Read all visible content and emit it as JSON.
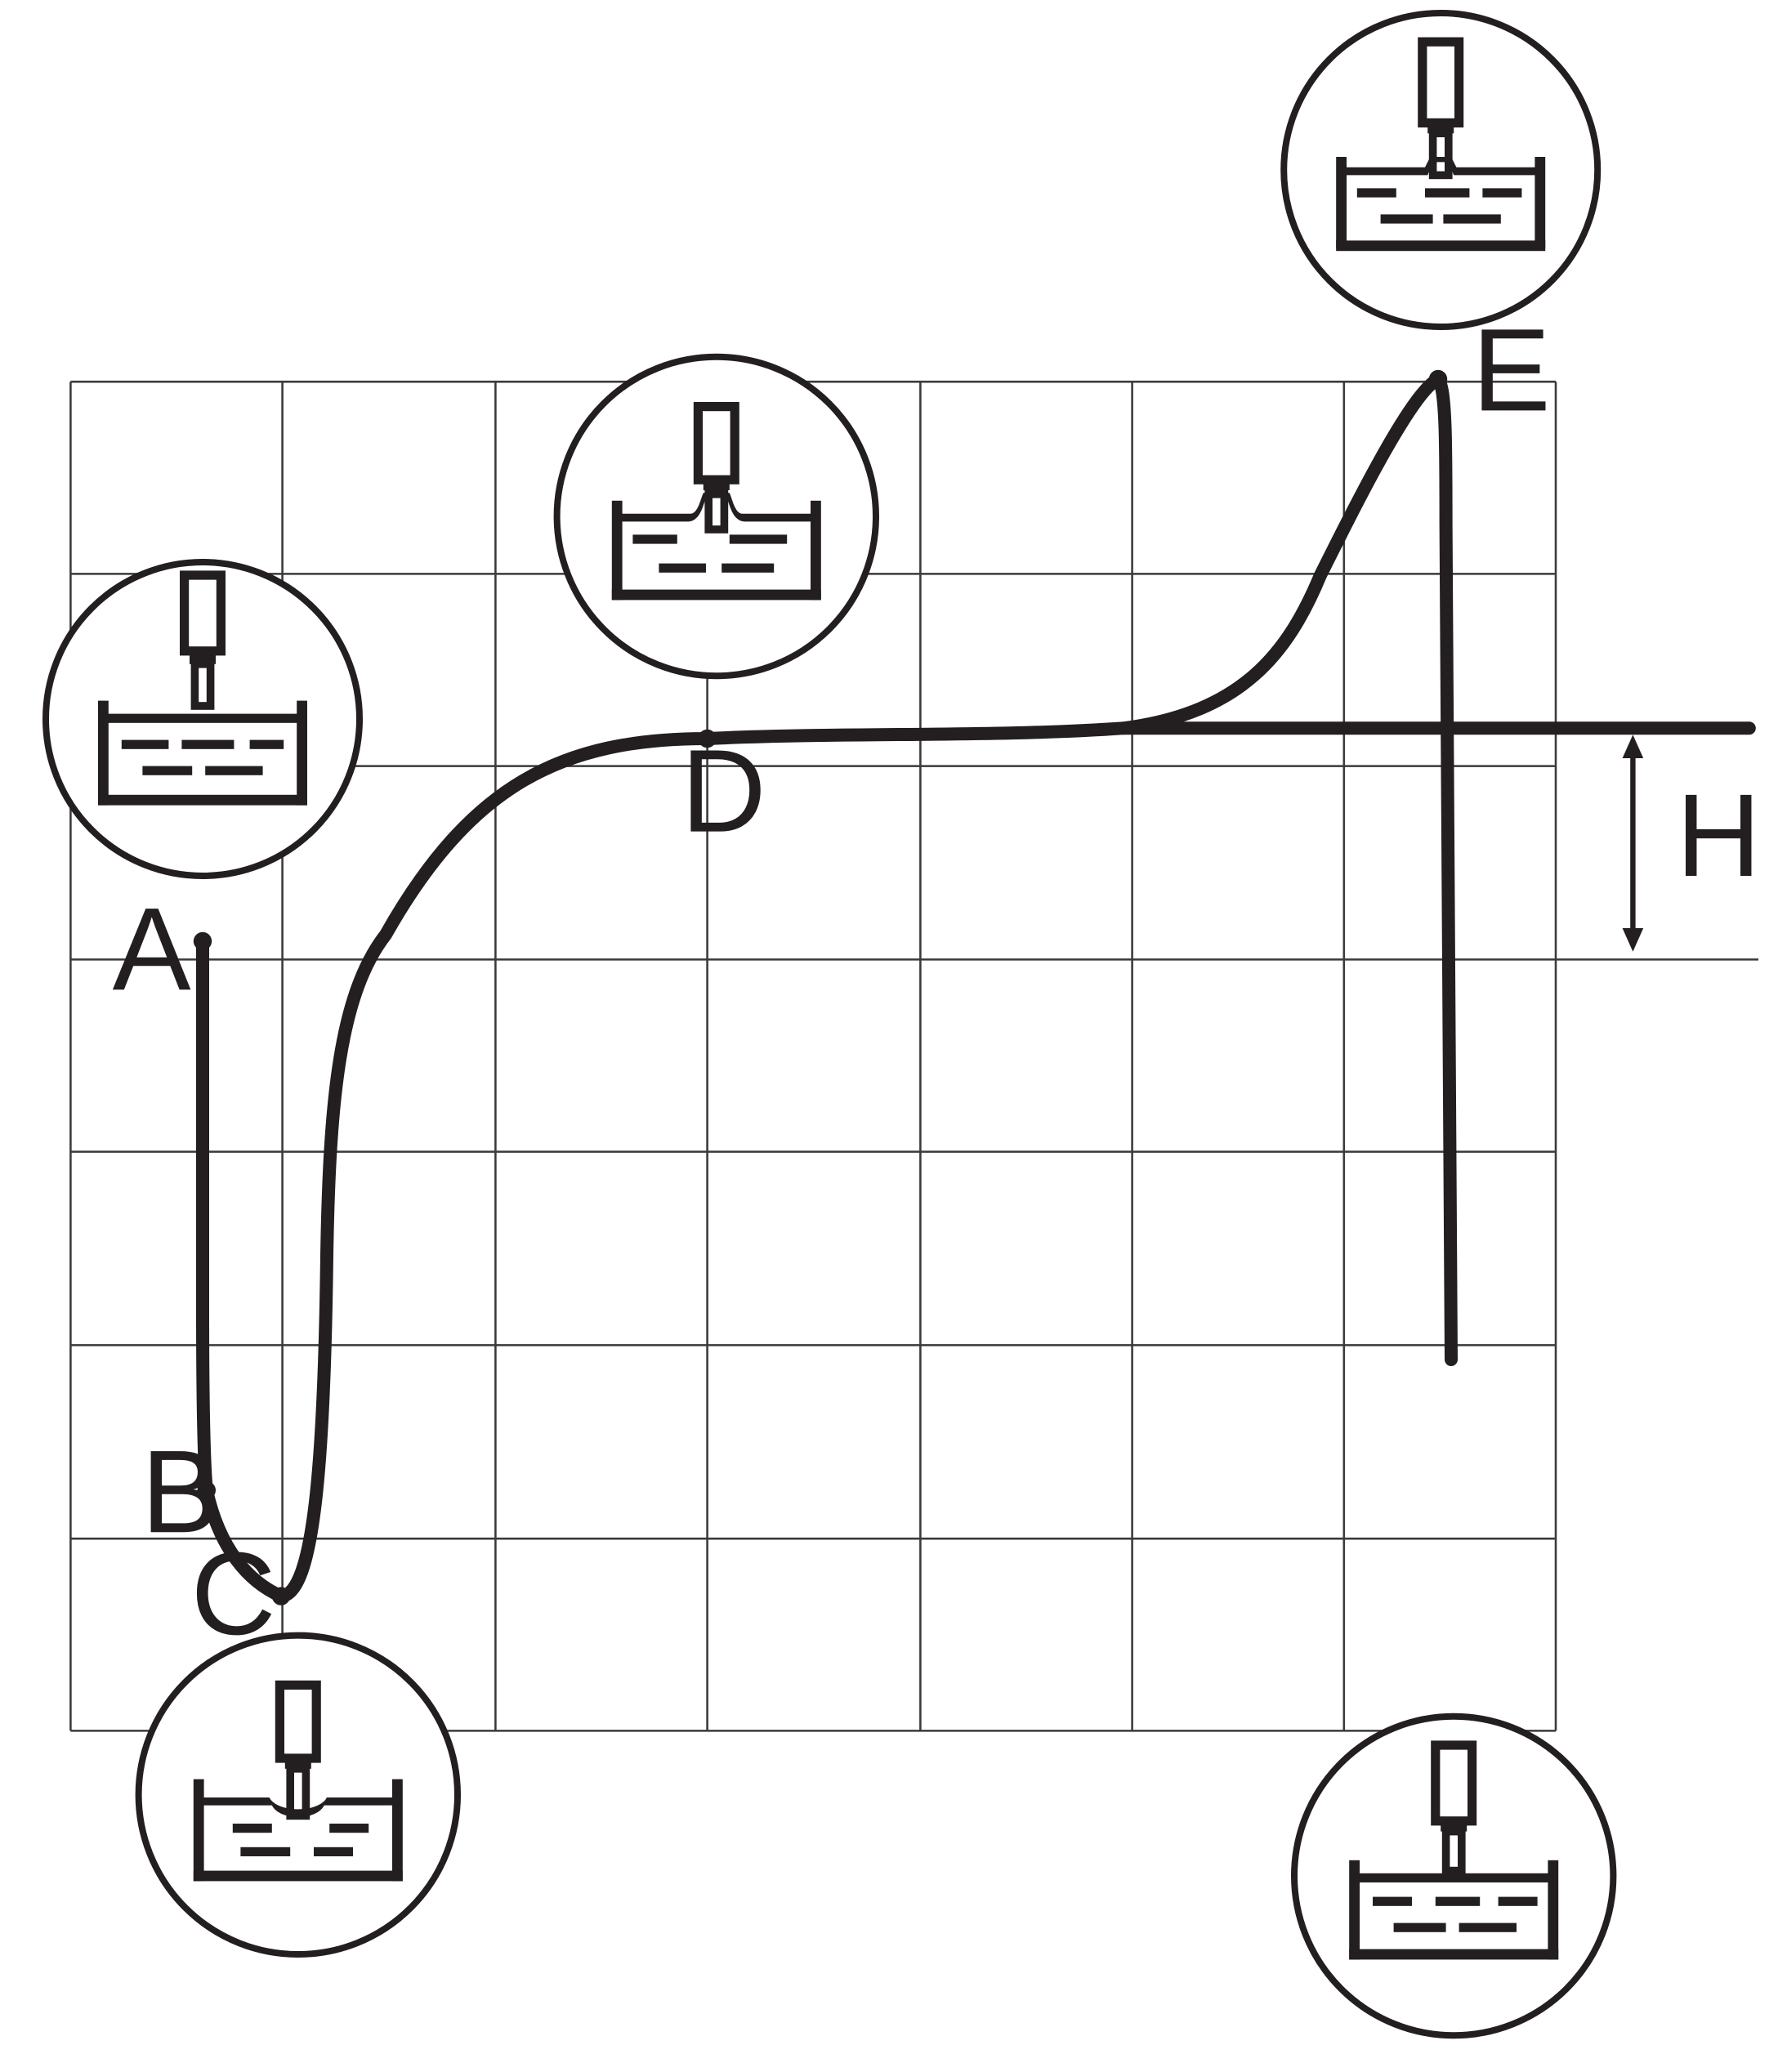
{
  "diagram": {
    "points": [
      {
        "id": "A",
        "label": "A"
      },
      {
        "id": "B",
        "label": "B"
      },
      {
        "id": "C",
        "label": "C"
      },
      {
        "id": "D",
        "label": "D"
      },
      {
        "id": "E",
        "label": "E"
      }
    ],
    "dimension_label": "H",
    "icons": [
      {
        "name": "probe-above-sample-icon",
        "stage": "A"
      },
      {
        "name": "probe-indenting-sample-icon",
        "stage": "C"
      },
      {
        "name": "probe-adhered-sample-icon",
        "stage": "D"
      },
      {
        "name": "probe-lifted-sample-icon",
        "stage": "E"
      },
      {
        "name": "probe-retracted-sample-icon",
        "stage": "end"
      }
    ],
    "colors": {
      "ink": "#231f20",
      "grid": "#3a3a3a",
      "background": "#ffffff"
    }
  }
}
